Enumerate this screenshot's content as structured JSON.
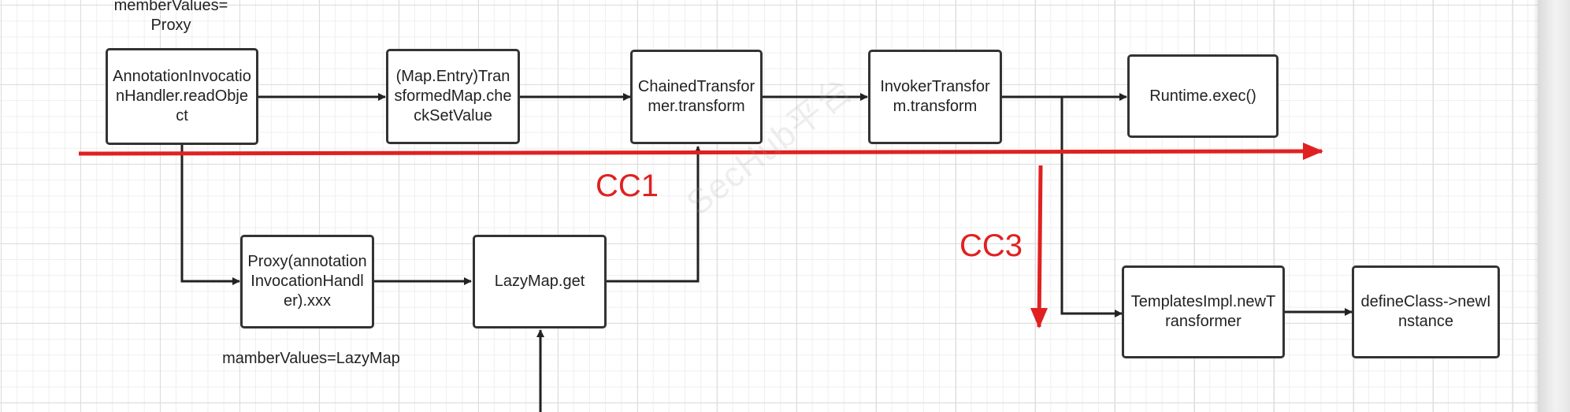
{
  "nodes": {
    "annotation_handler": "AnnotationInvocationHandler.readObject",
    "map_entry": "(Map.Entry)TransformedMap.checkSetValue",
    "chained": "ChainedTransformer.transform",
    "invoker": "InvokerTransform.transform",
    "runtime_exec": "Runtime.exec()",
    "proxy": "Proxy(annotationInvocationHandler).xxx",
    "lazymap_get": "LazyMap.get",
    "templates": "TemplatesImpl.newTransformer",
    "define_class": "defineClass->newInstance"
  },
  "labels": {
    "member_values_proxy": "memberValues=\nProxy",
    "member_values_lazymap": "mamberValues=LazyMap",
    "cc1": "CC1",
    "cc3": "CC3",
    "watermark": "SecHub平台"
  },
  "colors": {
    "accent_red": "#e02121",
    "box_border": "#333333",
    "grid": "#dcdcdc"
  }
}
